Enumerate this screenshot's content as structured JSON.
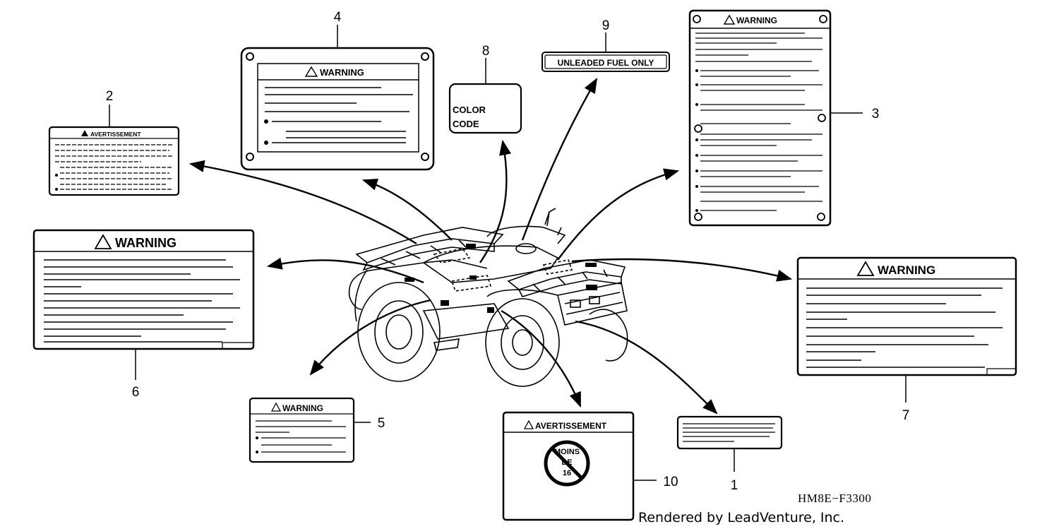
{
  "labels": [
    {
      "number": "1",
      "heading": ""
    },
    {
      "number": "2",
      "heading": "AVERTISSEMENT"
    },
    {
      "number": "3",
      "heading": "WARNING"
    },
    {
      "number": "4",
      "heading": "WARNING"
    },
    {
      "number": "5",
      "heading": "WARNING"
    },
    {
      "number": "6",
      "heading": "WARNING"
    },
    {
      "number": "7",
      "heading": "WARNING"
    },
    {
      "number": "8",
      "lines": [
        "COLOR",
        "CODE"
      ]
    },
    {
      "number": "9",
      "heading": "UNLEADED FUEL ONLY"
    },
    {
      "number": "10",
      "heading": "AVERTISSEMENT",
      "symbol_text": [
        "MOINS",
        "DE",
        "16"
      ]
    }
  ],
  "diagram_code": "HM8E−F3300",
  "credit": "Rendered by LeadVenture, Inc."
}
